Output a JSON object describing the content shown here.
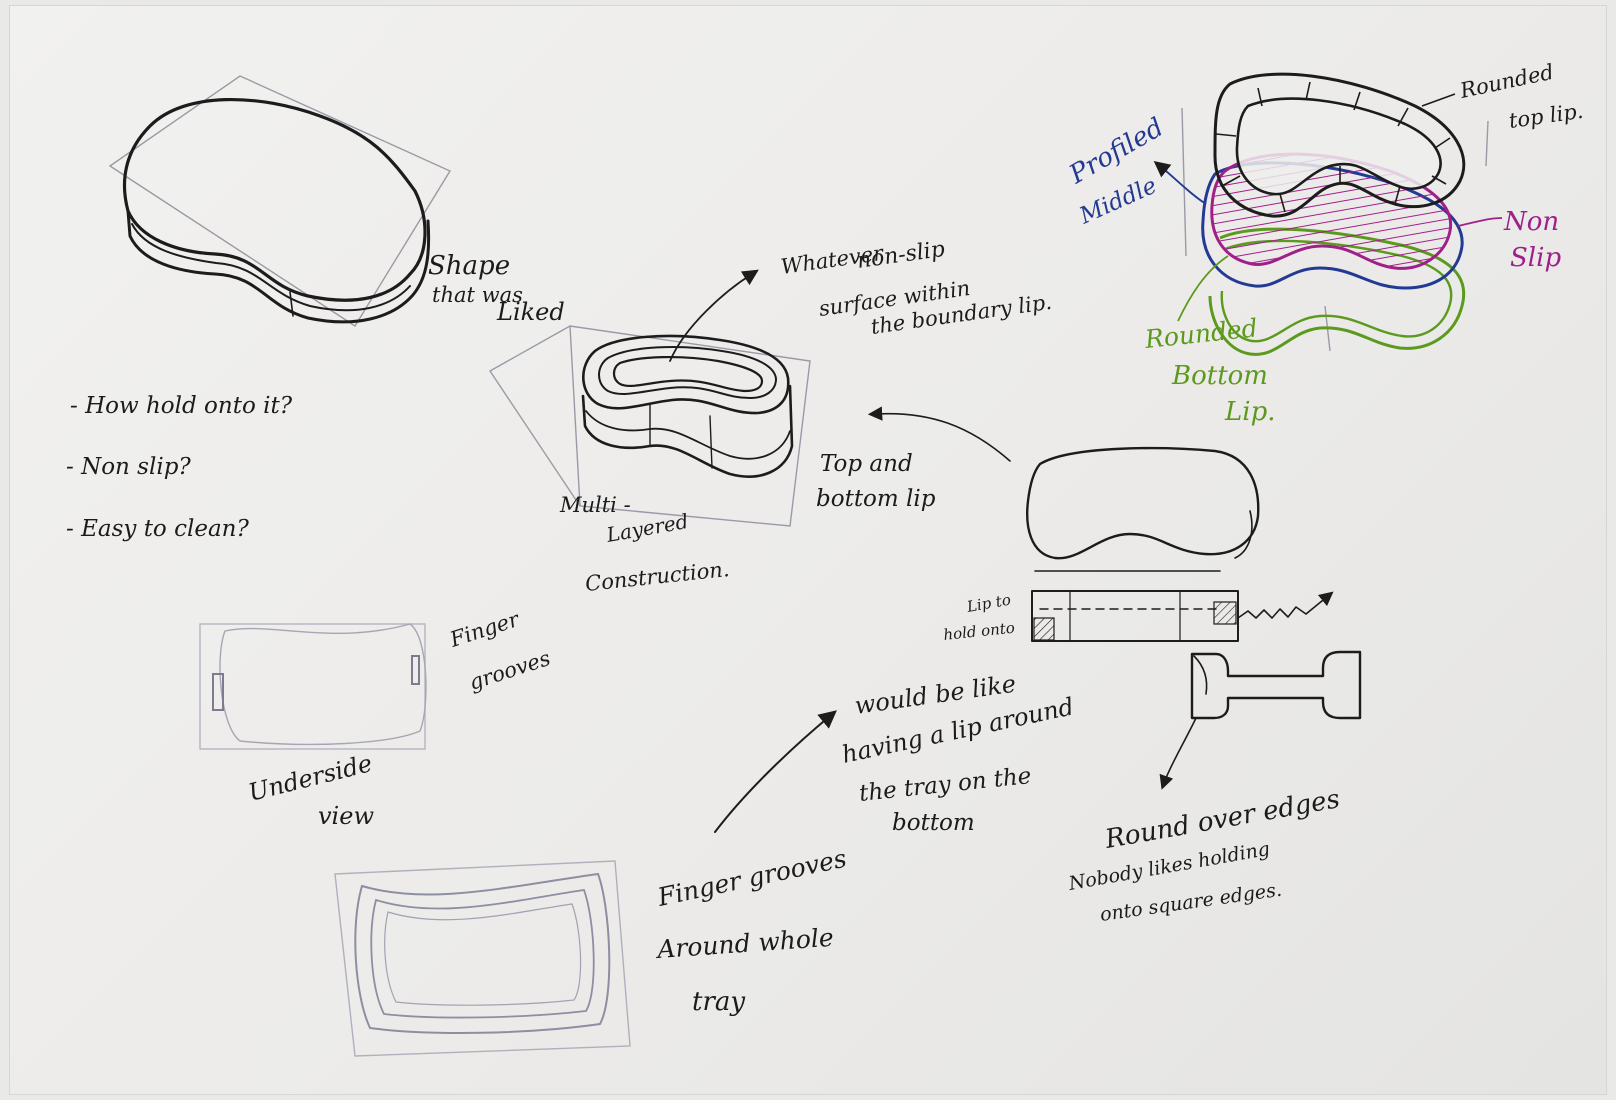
{
  "notes": {
    "shape_liked": [
      "Shape",
      "that was",
      "Liked"
    ],
    "questions": [
      "- How hold onto it?",
      "- Non slip?",
      "- Easy to clean?"
    ],
    "whatever": [
      "Whatever",
      "non-slip",
      "surface within",
      "the boundary lip."
    ],
    "multi": [
      "Multi -",
      "Layered",
      "Construction."
    ],
    "top_bottom": [
      "Top and",
      "bottom lip"
    ],
    "lip_to": [
      "Lip to",
      "hold onto"
    ],
    "finger_grooves": [
      "Finger",
      "grooves"
    ],
    "underside": [
      "Underside",
      "view"
    ],
    "would_be": [
      "would be like",
      "having a lip around",
      "the tray on the",
      "bottom"
    ],
    "round_over": "Round over edges",
    "nobody": [
      "Nobody likes holding",
      "onto square edges."
    ],
    "finger_around": [
      "Finger grooves",
      "Around whole",
      "tray"
    ],
    "profiled": [
      "Profiled",
      "Middle"
    ],
    "rounded_top": [
      "Rounded",
      "top lip."
    ],
    "non_slip": [
      "Non",
      "Slip"
    ],
    "rounded_bottom": [
      "Rounded",
      "Bottom",
      "Lip."
    ]
  },
  "colors": {
    "paper": "#efefed",
    "ink": "#1c1c1c",
    "blue": "#233a94",
    "magenta": "#a0208a",
    "green": "#5c9a1d",
    "pencil": "#9a9aa6"
  }
}
